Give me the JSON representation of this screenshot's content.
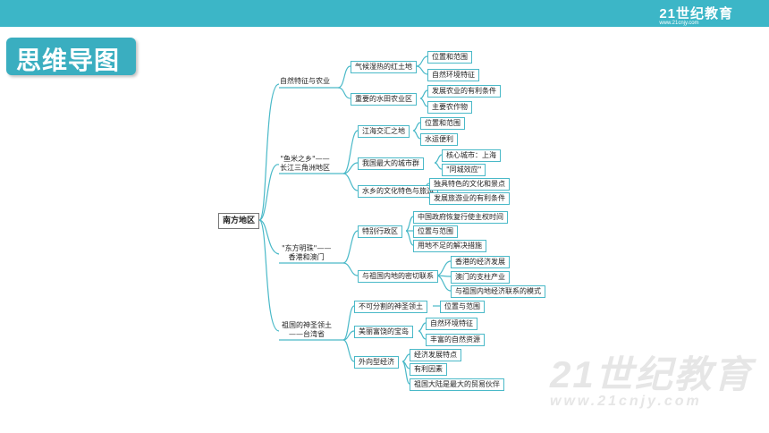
{
  "header": {
    "brand": "21世纪教育",
    "brand_sub": "www.21cnjy.com"
  },
  "title": "思维导图",
  "root": "南方地区",
  "branches": [
    {
      "label": "自然特征与农业",
      "children": [
        {
          "label": "气候湿热的红土地",
          "children": [
            "位置和范围",
            "自然环境特征"
          ]
        },
        {
          "label": "重要的水田农业区",
          "children": [
            "发展农业的有利条件",
            "主要农作物"
          ]
        }
      ]
    },
    {
      "label_line1": "\"鱼米之乡\"——",
      "label_line2": "长江三角洲地区",
      "children": [
        {
          "label": "江海交汇之地",
          "children": [
            "位置和范围",
            "水运便利"
          ]
        },
        {
          "label": "我国最大的城市群",
          "children": [
            "核心城市：上海",
            "\"同城效应\""
          ]
        },
        {
          "label": "水乡的文化特色与旅游",
          "children": [
            "独具特色的文化和景点",
            "发展旅游业的有利条件"
          ]
        }
      ]
    },
    {
      "label_line1": "\"东方明珠\"——",
      "label_line2": "香港和澳门",
      "children": [
        {
          "label": "特别行政区",
          "children": [
            "中国政府恢复行使主权时间",
            "位置与范围",
            "用地不足的解决措施"
          ]
        },
        {
          "label": "与祖国内地的密切联系",
          "children": [
            "香港的经济发展",
            "澳门的支柱产业",
            "与祖国内地经济联系的模式"
          ]
        }
      ]
    },
    {
      "label_line1": "祖国的神圣领土",
      "label_line2": "——台湾省",
      "children": [
        {
          "label": "不可分割的神圣领土",
          "children": [
            "位置与范围"
          ]
        },
        {
          "label": "美丽富饶的宝岛",
          "children": [
            "自然环境特征",
            "丰富的自然资源"
          ]
        },
        {
          "label": "外向型经济",
          "children": [
            "经济发展特点",
            "有利因素",
            "祖国大陆是最大的贸易伙伴"
          ]
        }
      ]
    }
  ],
  "watermark": {
    "main": "21世纪教育",
    "sub": "www.21cnjy.com"
  },
  "colors": {
    "topbar": "#3cb6c7",
    "title_tab": "#3aaec0",
    "connector": "#4ab9c8"
  }
}
